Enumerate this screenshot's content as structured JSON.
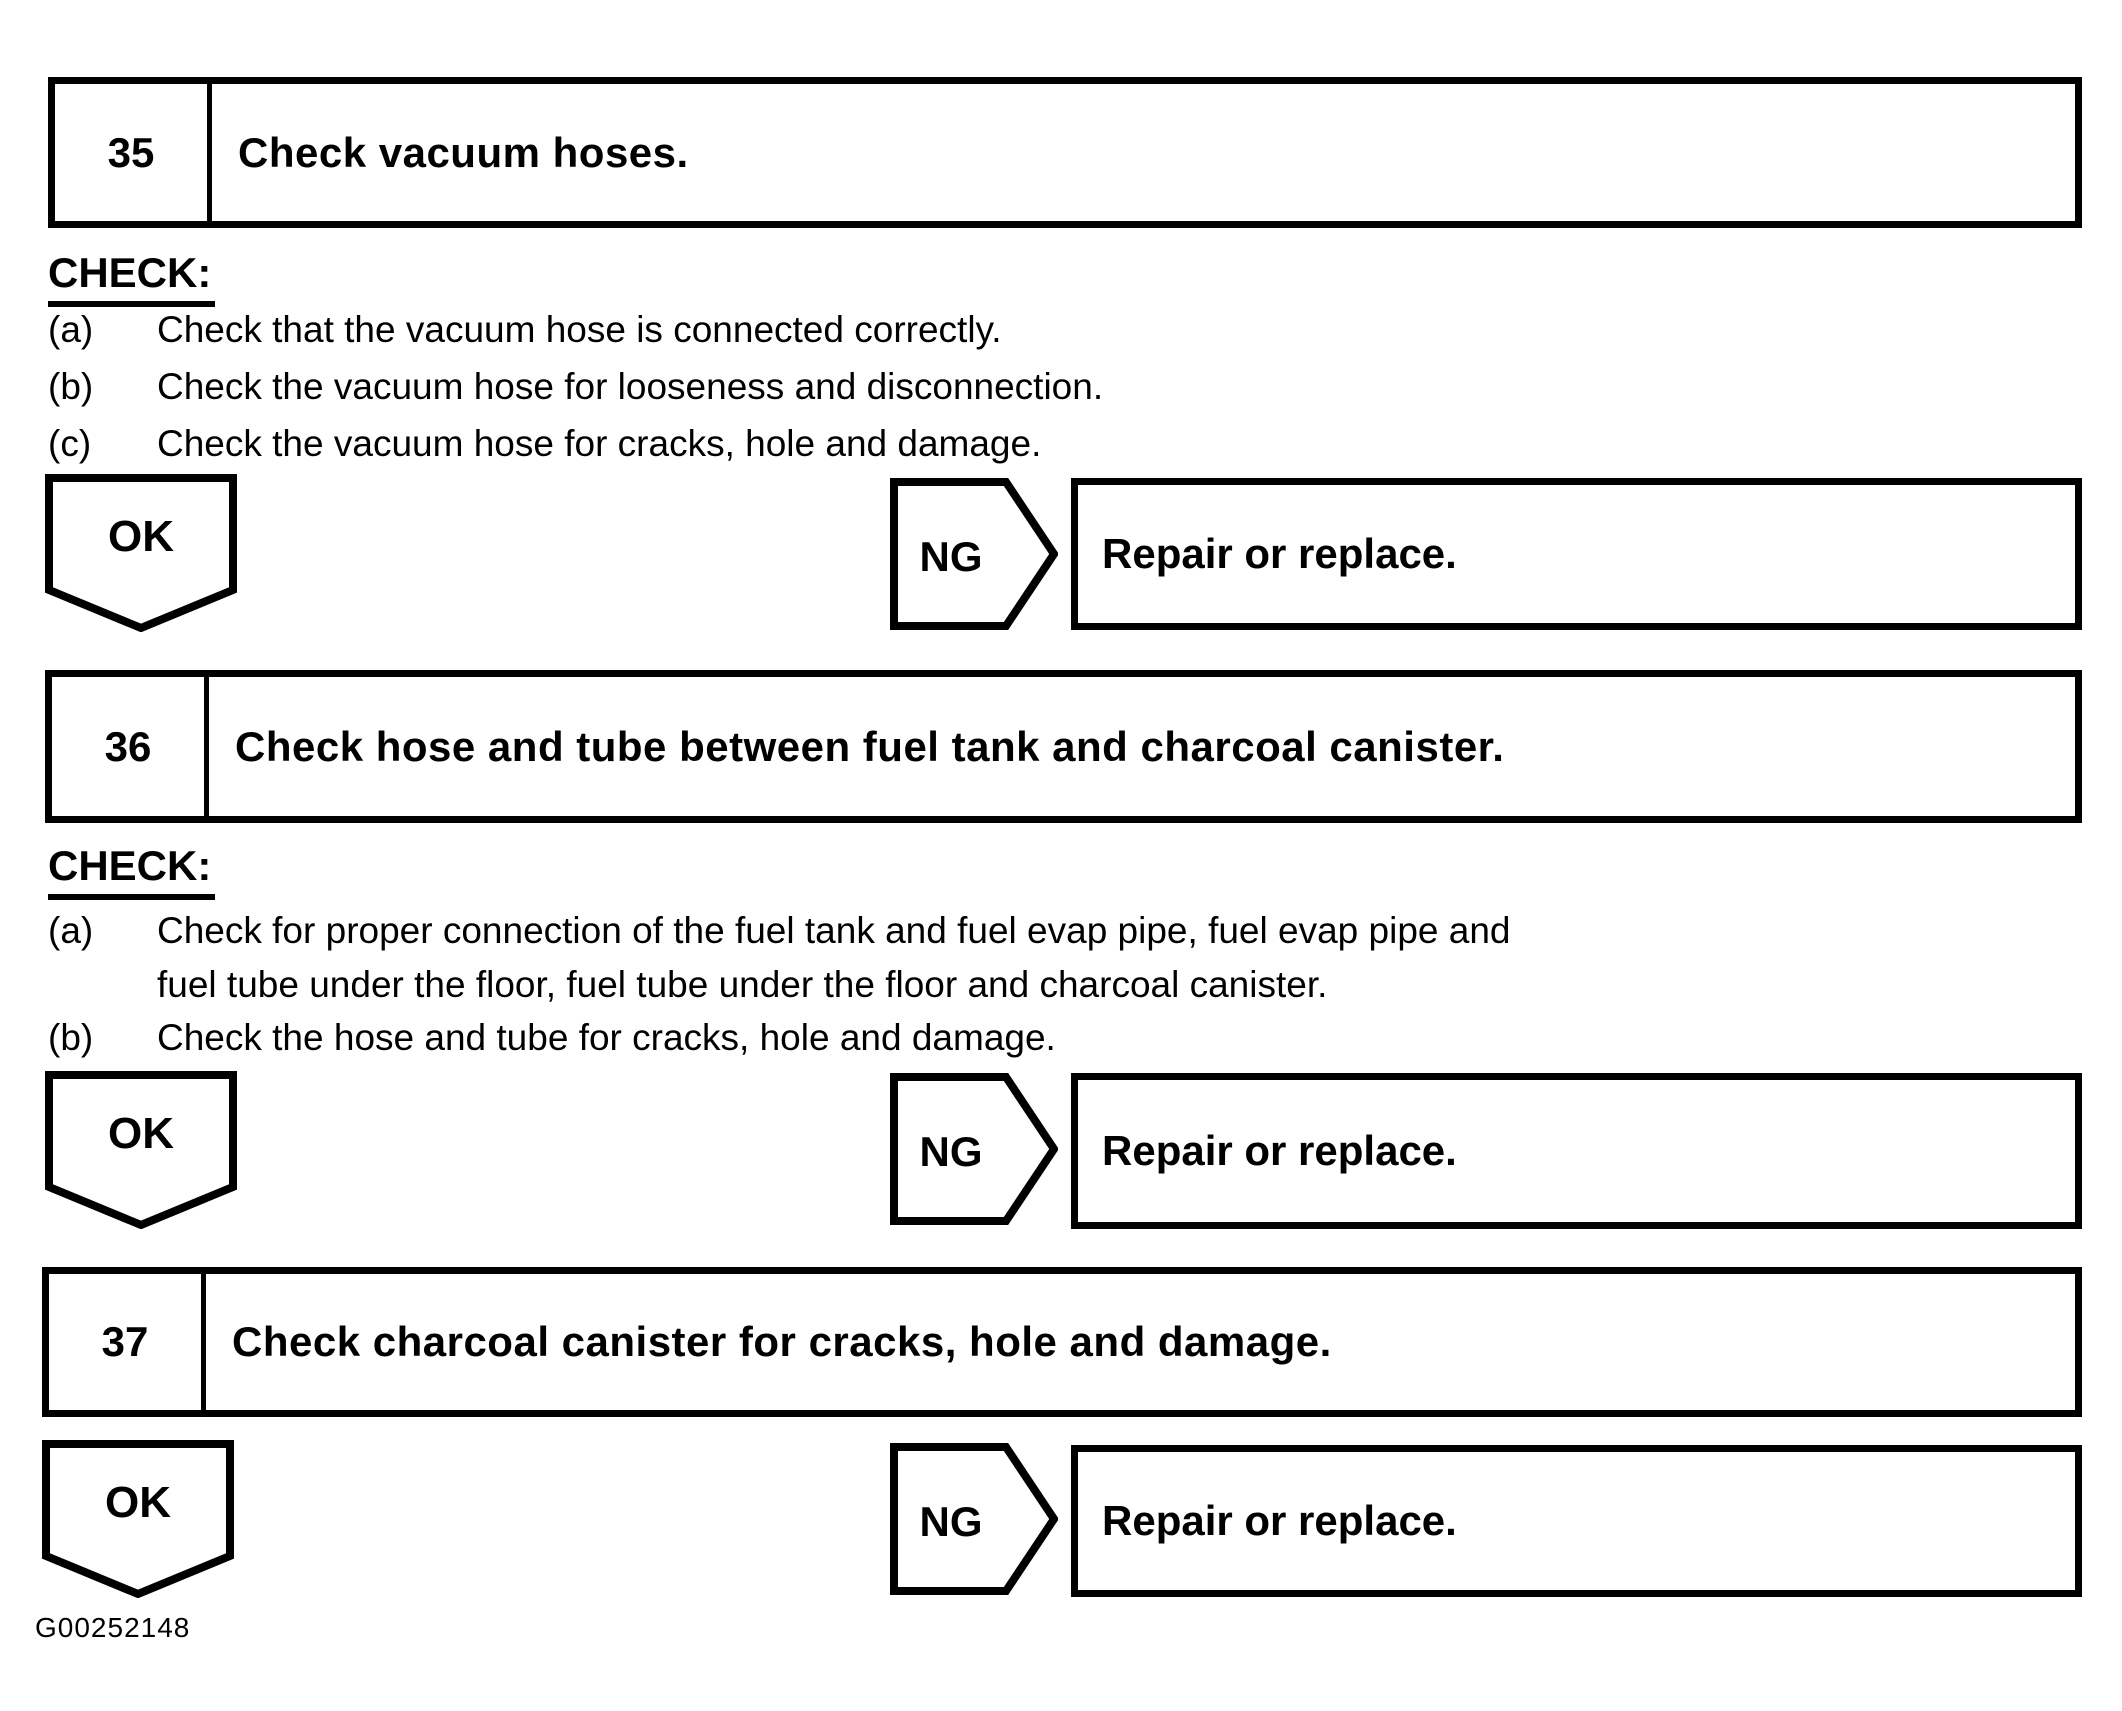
{
  "page": {
    "background": "#ffffff",
    "ink": "#000000",
    "figure_id": "G00252148"
  },
  "steps": [
    {
      "number": "35",
      "title": "Check vacuum hoses.",
      "check_heading": "CHECK:",
      "checks": [
        {
          "label": "(a)",
          "text": "Check that the vacuum hose is connected correctly."
        },
        {
          "label": "(b)",
          "text": "Check the vacuum hose for looseness and disconnection."
        },
        {
          "label": "(c)",
          "text": "Check the vacuum hose for cracks, hole and damage."
        }
      ],
      "ok_label": "OK",
      "ng_label": "NG",
      "ng_action": "Repair or replace."
    },
    {
      "number": "36",
      "title": "Check hose and tube between fuel tank and charcoal canister.",
      "check_heading": "CHECK:",
      "checks": [
        {
          "label": "(a)",
          "text": "Check for proper connection of the fuel tank and fuel evap pipe, fuel evap pipe and\nfuel tube under the floor, fuel tube under the floor and charcoal canister."
        },
        {
          "label": "(b)",
          "text": "Check the hose and tube for cracks, hole and damage."
        }
      ],
      "ok_label": "OK",
      "ng_label": "NG",
      "ng_action": "Repair or replace."
    },
    {
      "number": "37",
      "title": "Check charcoal canister for cracks, hole and damage.",
      "check_heading": "",
      "checks": [],
      "ok_label": "OK",
      "ng_label": "NG",
      "ng_action": "Repair or replace."
    }
  ]
}
